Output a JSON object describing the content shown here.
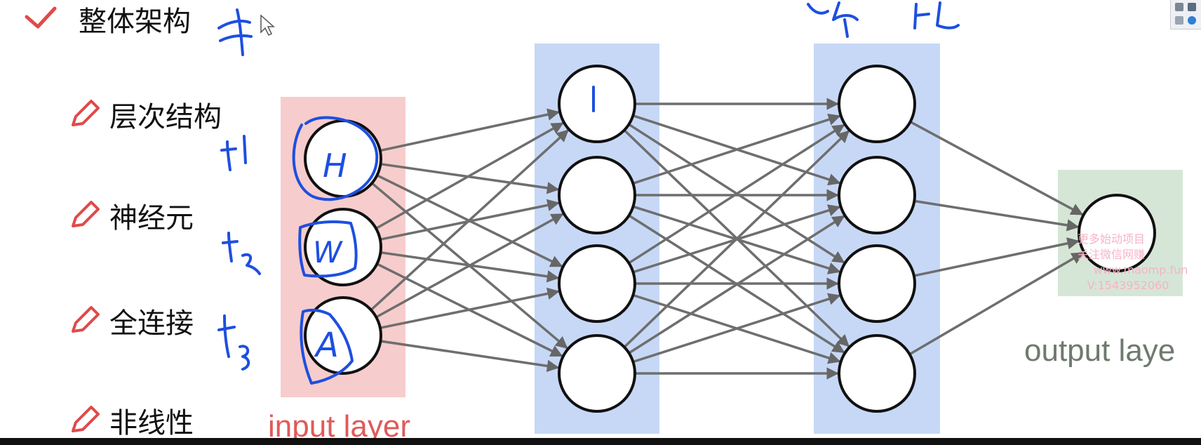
{
  "outline": {
    "title": "整体架构",
    "items": [
      {
        "label": "层次结构"
      },
      {
        "label": "神经元"
      },
      {
        "label": "全连接"
      },
      {
        "label": "非线性"
      }
    ]
  },
  "diagram": {
    "input_label": "input layer",
    "output_label": "output laye",
    "layers": [
      {
        "name": "input",
        "nodes": 3
      },
      {
        "name": "hidden-1",
        "nodes": 4
      },
      {
        "name": "hidden-2",
        "nodes": 4
      },
      {
        "name": "output",
        "nodes": 1
      }
    ],
    "handwriting": {
      "node_letters": [
        "H",
        "W",
        "A"
      ],
      "row_marks": [
        "t1",
        "t2",
        "t3"
      ],
      "hidden_mark": "1"
    },
    "colors": {
      "input_band": "#f7cccc",
      "hidden_band": "#c7d8f7",
      "output_band": "#d6e6d6",
      "edge": "#6e6e6e",
      "ink": "#1d4fe0",
      "check": "#e04a4a"
    }
  },
  "watermark": {
    "lines": [
      "更多始动项目",
      "关注微信网赚",
      "www.maomp.fun",
      "V:1543952060"
    ]
  }
}
